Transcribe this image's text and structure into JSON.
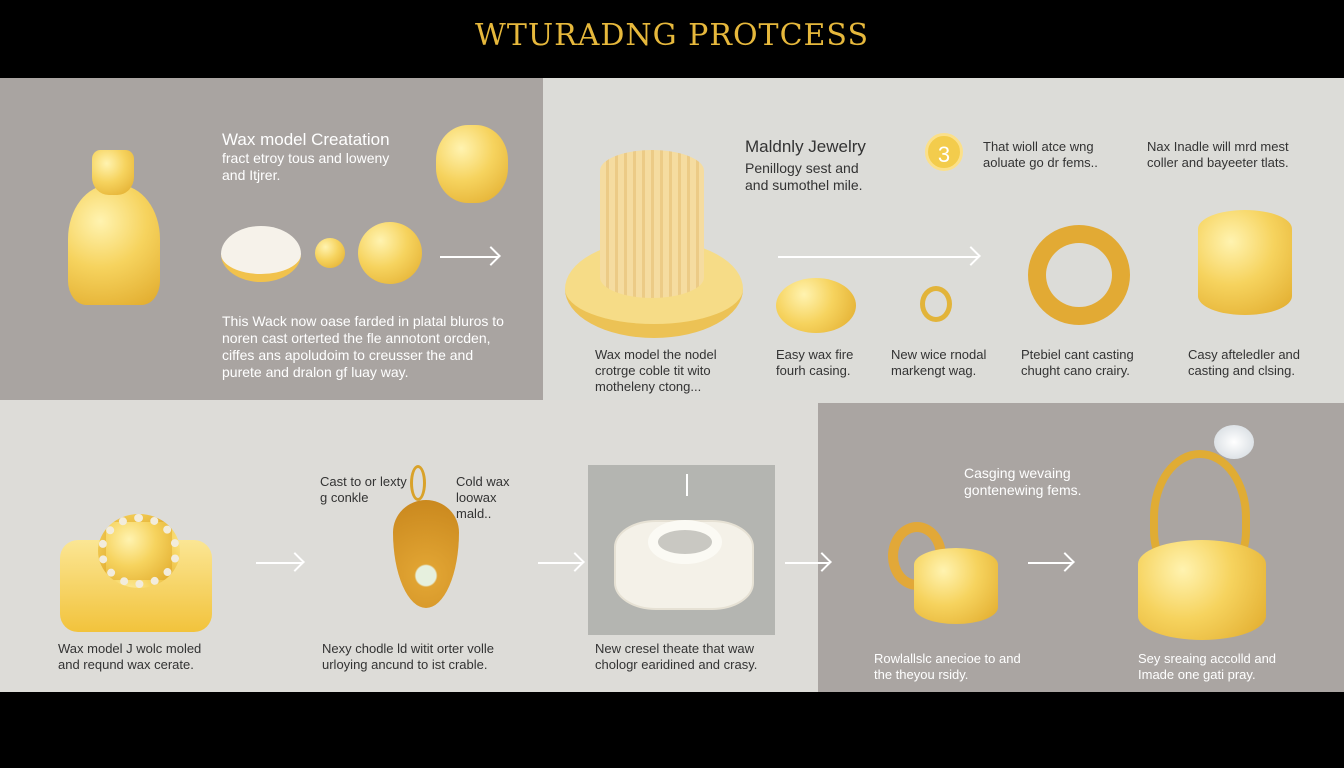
{
  "title": "WTURADNG PROTCESS",
  "step1": {
    "heading": "Wax model Creatation",
    "subtitle": "fract etroy tous and loweny and Itjrer.",
    "body": "This Wack now oase farded in platal bluros to noren cast orterted the fle annotont orcden, ciffes ans apoludoim to creusser the and purete and dralon gf luay way."
  },
  "step2": {
    "heading": "Maldnly Jewelry",
    "subtitle": "Penillogy sest and and sumothel mile.",
    "badge": "3",
    "badge_text": "That wioll atce wng aoluate go dr fems..",
    "right_text": "Nax Inadle will mrd mest coller and bayeeter tlats."
  },
  "captions_top": [
    "Wax model the nodel crotrge coble tit wito motheleny ctong...",
    "Easy wax fire fourh casing.",
    "New wice rnodal markengt wag.",
    "Ptebiel cant casting chught cano crairy.",
    "Casy afteledler and casting and clsing."
  ],
  "bottom": {
    "caption1": "Wax model J wolc moled and reqund wax cerate.",
    "label_left": "Cast to or lexty g conkle",
    "label_right": "Cold wax loowax mald..",
    "caption2": "Nexy chodle ld witit orter volle urloying ancund to ist crable.",
    "caption3": "New cresel theate that waw chologr earidined and crasy.",
    "casting_label": "Casging wevaing gontenewing fems.",
    "caption4": "Rowlallslc anecioe to and the theyou rsidy.",
    "caption5": "Sey sreaing accolld and Imade one gati pray."
  },
  "colors": {
    "gold": "#e6b83c",
    "panel_dark": "#a9a4a1",
    "panel_light": "#dcdcd8"
  }
}
